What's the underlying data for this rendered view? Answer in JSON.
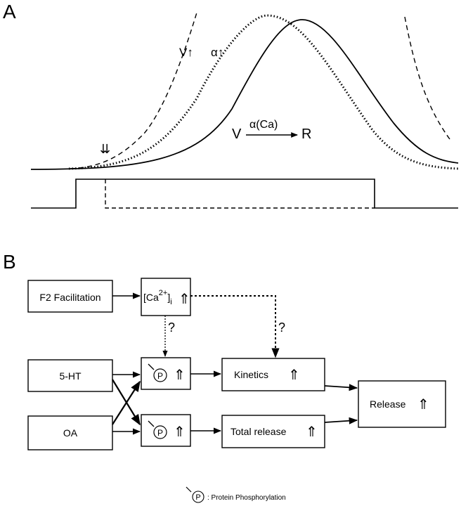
{
  "panel_a": {
    "label": "A",
    "curve_labels": {
      "v_up": "V",
      "alpha_up": "α",
      "up_arrow": "↑"
    },
    "reaction": {
      "reactant": "V",
      "rate": "α(Ca)",
      "product": "R"
    },
    "marker": "⇊"
  },
  "panel_b": {
    "label": "B",
    "boxes": {
      "f2": "F2  Facilitation",
      "ca_base": "[Ca",
      "ca_sup": "2+",
      "ca_close": "]",
      "ca_sub": "i",
      "ht": "5-HT",
      "oa": "OA",
      "p_symbol": "P",
      "kinetics": "Kinetics",
      "total_release": "Total  release",
      "release": "Release"
    },
    "up_double": "⇑",
    "question": "?",
    "legend": {
      "symbol": "P",
      "text": ":  Protein  Phosphorylation"
    }
  }
}
